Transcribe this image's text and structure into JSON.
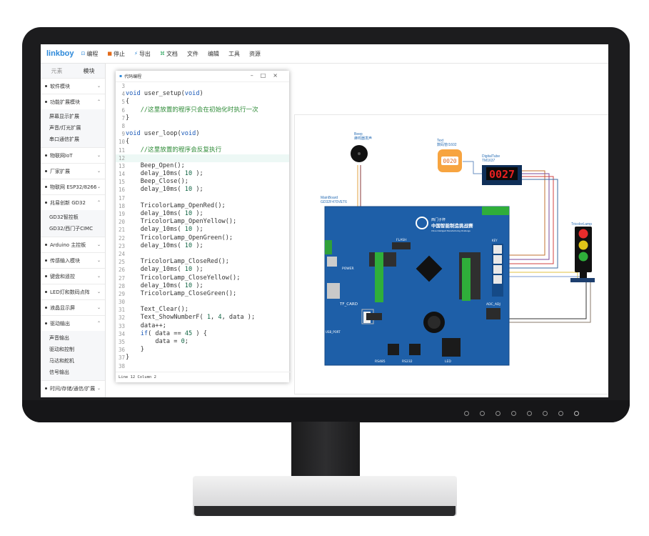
{
  "app": {
    "logo": "linkboy"
  },
  "menu": [
    {
      "icon": "code-icon",
      "label": "编程",
      "color": "#2c88d9"
    },
    {
      "icon": "stop-icon",
      "label": "停止",
      "color": "#e36b1a"
    },
    {
      "icon": "lightning-icon",
      "label": "导出",
      "color": "#2c88d9"
    },
    {
      "icon": "doc-icon",
      "label": "文档",
      "color": "#27a35a"
    },
    {
      "icon": "",
      "label": "文件",
      "color": ""
    },
    {
      "icon": "",
      "label": "编辑",
      "color": ""
    },
    {
      "icon": "",
      "label": "工具",
      "color": ""
    },
    {
      "icon": "",
      "label": "资源",
      "color": ""
    }
  ],
  "sidebar": {
    "tabs": [
      "元素",
      "模块"
    ],
    "categories": [
      {
        "label": "软件模块",
        "items": []
      },
      {
        "label": "功能扩展模块",
        "items": [
          "屏幕显示扩展",
          "声音/灯光扩展",
          "串口通信扩展"
        ]
      },
      {
        "label": "物联网IoT",
        "items": []
      },
      {
        "label": "厂家扩展",
        "items": []
      },
      {
        "label": "物联网 ESP32/8266",
        "items": []
      },
      {
        "label": "兆易创新 GD32",
        "items": [
          "GD32智控板",
          "GD32/西门子CIMC"
        ]
      },
      {
        "label": "Arduino 主控板",
        "items": []
      },
      {
        "label": "传感输入模块",
        "items": []
      },
      {
        "label": "键盘和遥控",
        "items": []
      },
      {
        "label": "LED灯和数码点阵",
        "items": []
      },
      {
        "label": "液晶显示屏",
        "items": []
      },
      {
        "label": "驱动输出",
        "items": [
          "声音输出",
          "驱动和控制",
          "马达和舵机",
          "信号输出"
        ]
      },
      {
        "label": "时间/存储/通信/扩展",
        "items": []
      }
    ]
  },
  "code_window": {
    "title": "代码编程",
    "status": "Line 12 Column 2",
    "lines": [
      {
        "n": "3",
        "t": ""
      },
      {
        "n": "4",
        "t": "void user_setup(void)"
      },
      {
        "n": "5",
        "t": "{"
      },
      {
        "n": "6",
        "t": "    //这里放置的程序只会在初始化时执行一次"
      },
      {
        "n": "7",
        "t": "}"
      },
      {
        "n": "8",
        "t": ""
      },
      {
        "n": "9",
        "t": "void user_loop(void)"
      },
      {
        "n": "10",
        "t": "{"
      },
      {
        "n": "11",
        "t": "    //这里放置的程序会反复执行"
      },
      {
        "n": "12",
        "t": ""
      },
      {
        "n": "13",
        "t": "    Beep_Open();"
      },
      {
        "n": "14",
        "t": "    delay_10ms( 10 );"
      },
      {
        "n": "15",
        "t": "    Beep_Close();"
      },
      {
        "n": "16",
        "t": "    delay_10ms( 10 );"
      },
      {
        "n": "17",
        "t": ""
      },
      {
        "n": "18",
        "t": "    TricolorLamp_OpenRed();"
      },
      {
        "n": "19",
        "t": "    delay_10ms( 10 );"
      },
      {
        "n": "20",
        "t": "    TricolorLamp_OpenYellow();"
      },
      {
        "n": "21",
        "t": "    delay_10ms( 10 );"
      },
      {
        "n": "22",
        "t": "    TricolorLamp_OpenGreen();"
      },
      {
        "n": "23",
        "t": "    delay_10ms( 10 );"
      },
      {
        "n": "24",
        "t": ""
      },
      {
        "n": "25",
        "t": "    TricolorLamp_CloseRed();"
      },
      {
        "n": "26",
        "t": "    delay_10ms( 10 );"
      },
      {
        "n": "27",
        "t": "    TricolorLamp_CloseYellow();"
      },
      {
        "n": "28",
        "t": "    delay_10ms( 10 );"
      },
      {
        "n": "29",
        "t": "    TricolorLamp_CloseGreen();"
      },
      {
        "n": "30",
        "t": ""
      },
      {
        "n": "31",
        "t": "    Text_Clear();"
      },
      {
        "n": "32",
        "t": "    Text_ShowNumberF( 1, 4, data );"
      },
      {
        "n": "33",
        "t": "    data++;"
      },
      {
        "n": "34",
        "t": "    if( data == 45 ) {"
      },
      {
        "n": "35",
        "t": "        data = 0;"
      },
      {
        "n": "36",
        "t": "    }"
      },
      {
        "n": "37",
        "t": "}"
      },
      {
        "n": "38",
        "t": ""
      }
    ]
  },
  "canvas": {
    "beep": {
      "label": "Beep",
      "sublabel": "蜂鸣器发声"
    },
    "text": {
      "label": "Text",
      "sublabel": "数码管/1602",
      "display": "0020"
    },
    "tube": {
      "label": "DigitalTube",
      "sublabel": "TM1637",
      "display": "0027"
    },
    "lamp": {
      "label": "TricolorLamp"
    },
    "board": {
      "label": "MainBoard",
      "sublabel": "GD32F470VET6",
      "brand": "西门子杯",
      "title": "中国智能制造挑战赛",
      "subtitle": "China Intelligent Manufacturing Challenge",
      "labels": {
        "power": "POWER",
        "tf": "TF_CARD",
        "flash": "FLASH",
        "usb": "USB_PORT",
        "rs485": "RS485",
        "rs232": "RS232",
        "led": "LED",
        "adc": "ADC_ADJ",
        "key": "KEY"
      }
    }
  }
}
